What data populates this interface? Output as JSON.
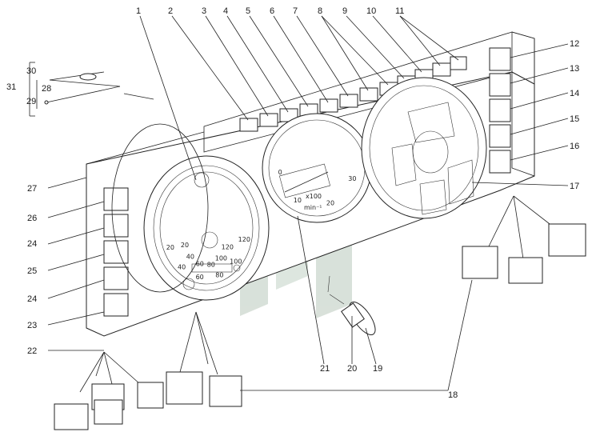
{
  "callouts": [
    "1",
    "2",
    "3",
    "4",
    "5",
    "6",
    "7",
    "8",
    "9",
    "10",
    "11",
    "12",
    "13",
    "14",
    "15",
    "16",
    "17",
    "18",
    "19",
    "20",
    "21",
    "22",
    "23",
    "24",
    "24",
    "25",
    "26",
    "27",
    "28",
    "29",
    "30",
    "31"
  ],
  "speedometer": {
    "outer_scale": [
      "20",
      "40",
      "60",
      "80",
      "100",
      "120"
    ],
    "inner_scale": [
      "20",
      "40",
      "60",
      "80",
      "100",
      "120"
    ]
  },
  "tachometer": {
    "scale": [
      "0",
      "10",
      "20",
      "30"
    ],
    "unit_top": "x100",
    "unit_bottom": "min⁻¹"
  },
  "colors": {
    "line": "#222222",
    "watermark": "#7a9a82"
  }
}
